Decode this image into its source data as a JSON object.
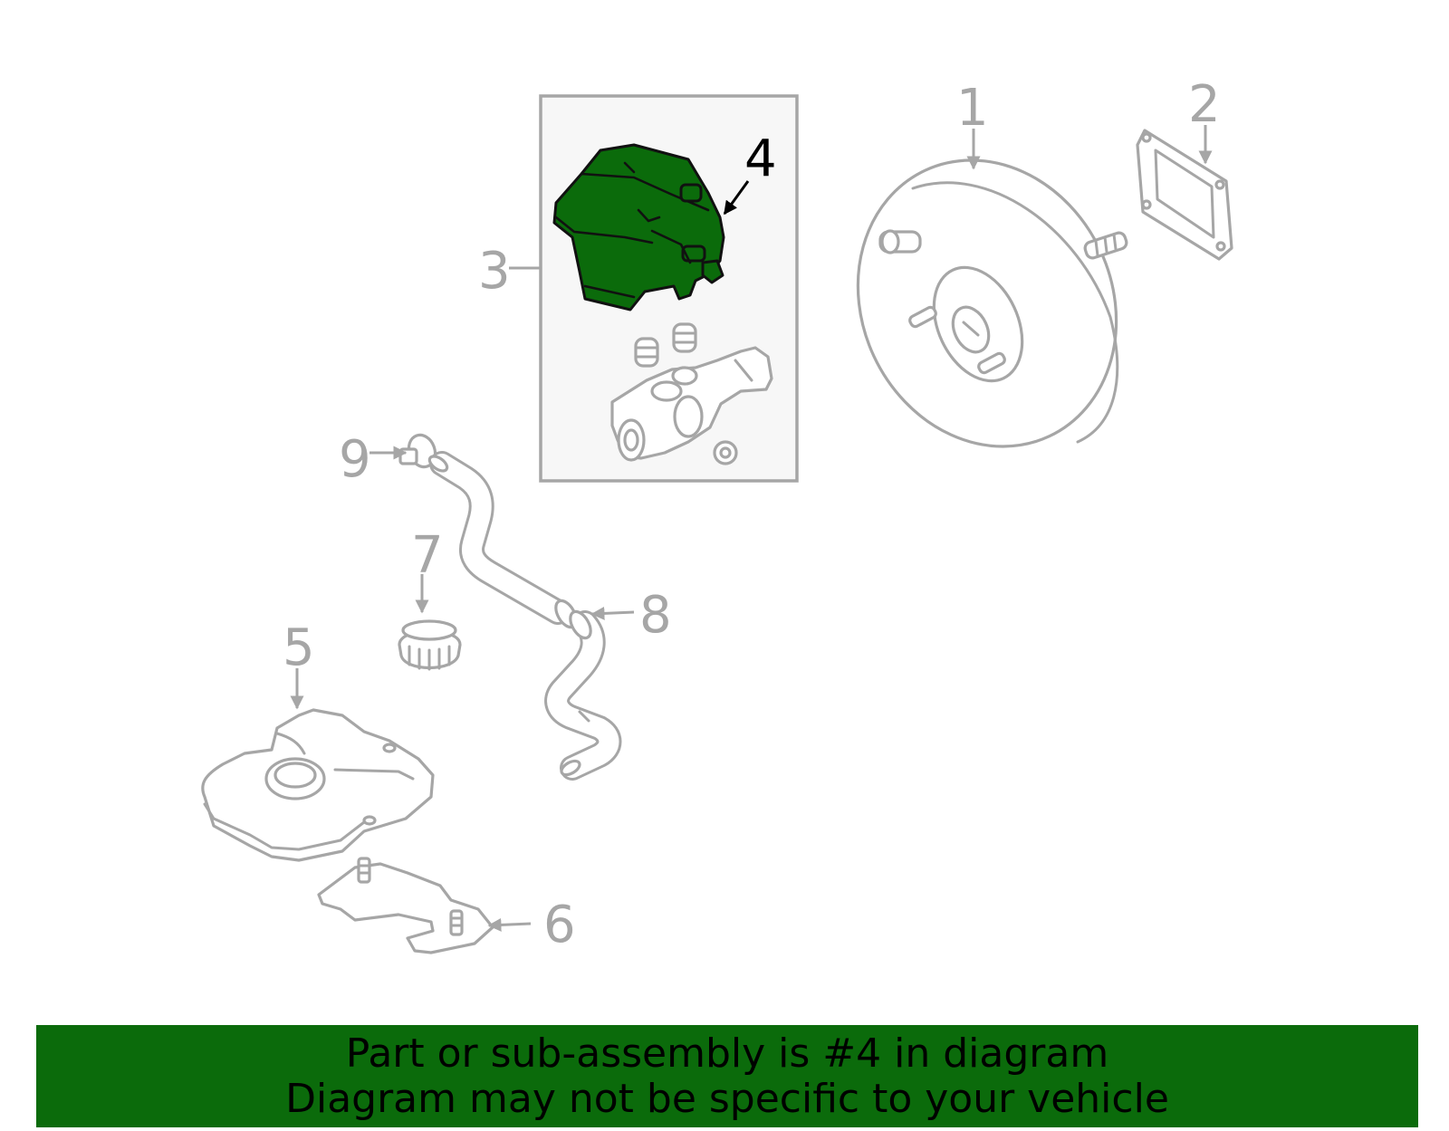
{
  "colors": {
    "highlight_part": "#0b6b0b",
    "banner_background": "#0b6b0b",
    "part_outline": "#a6a6a6",
    "subassembly_box_fill": "#f7f7f7"
  },
  "callouts": {
    "c1": "1",
    "c2": "2",
    "c3": "3",
    "c4": "4",
    "c5": "5",
    "c6": "6",
    "c7": "7",
    "c8": "8",
    "c9": "9"
  },
  "highlighted_callout": "4",
  "banner": {
    "line1": "Part or sub-assembly is #4 in diagram",
    "line2": "Diagram may not be specific to your vehicle"
  }
}
